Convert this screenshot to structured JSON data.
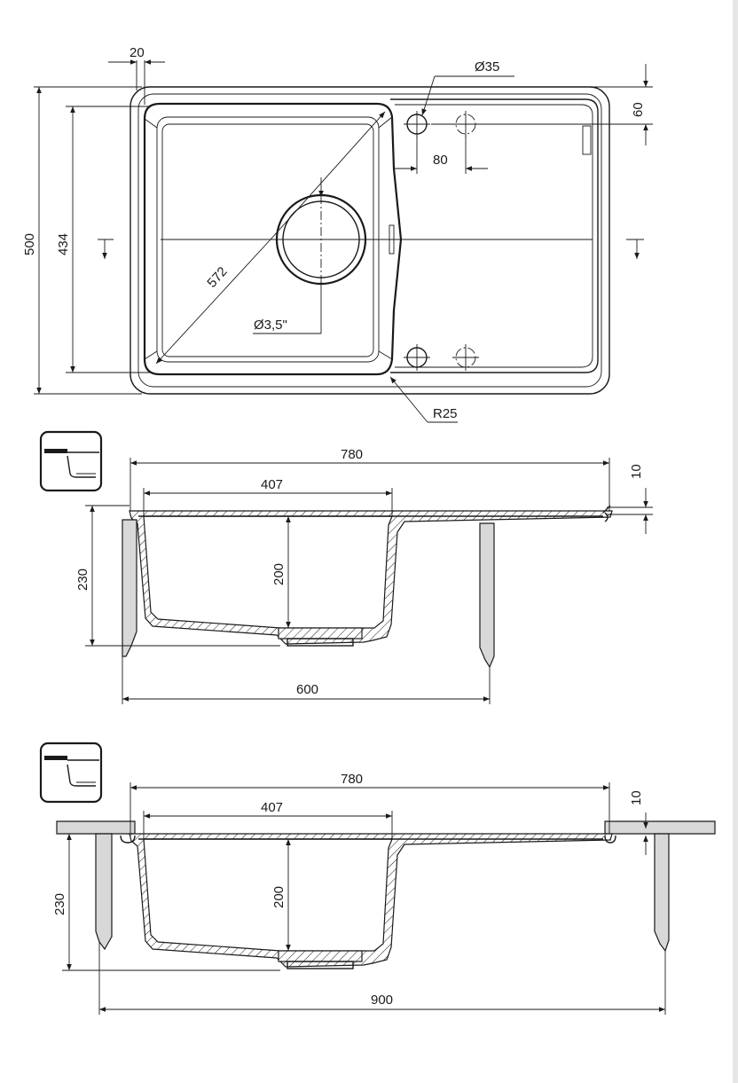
{
  "top_view": {
    "dim_rim": "20",
    "dim_hole": "Ø35",
    "dim_offset": "60",
    "dim_spacing": "80",
    "dim_width": "500",
    "dim_bowl_width": "434",
    "dim_diagonal": "572",
    "dim_drain": "Ø3,5\"",
    "dim_radius": "R25"
  },
  "section_1": {
    "dim_overall": "780",
    "dim_bowl": "407",
    "dim_lip": "10",
    "dim_height": "230",
    "dim_depth": "200",
    "dim_cabinet": "600"
  },
  "section_2": {
    "dim_overall": "780",
    "dim_bowl": "407",
    "dim_lip": "10",
    "dim_height": "230",
    "dim_depth": "200",
    "dim_cabinet": "900"
  }
}
